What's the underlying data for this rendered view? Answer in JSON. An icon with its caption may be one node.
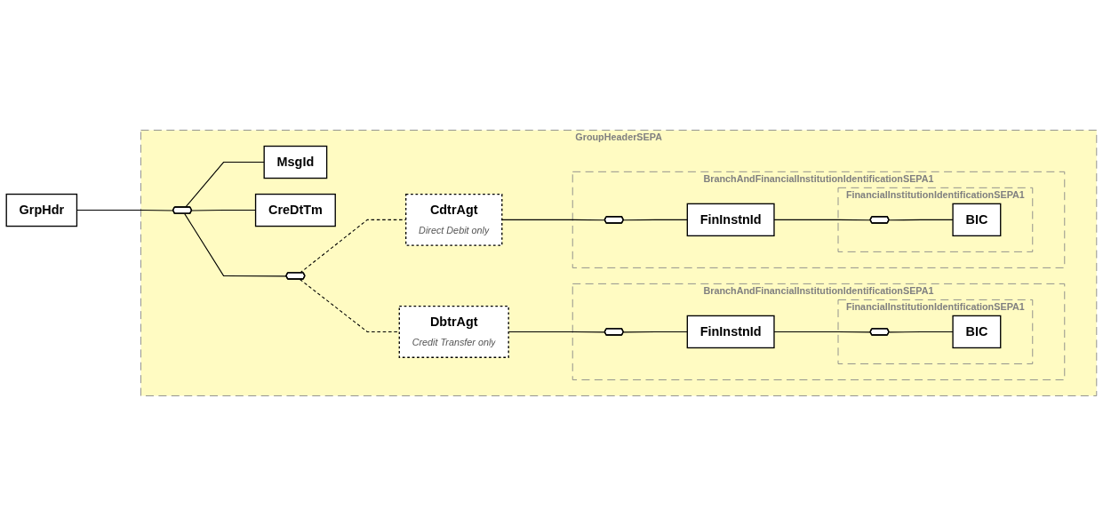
{
  "diagram": {
    "nodes": [
      {
        "text": [
          "GrpHdr"
        ]
      },
      {
        "text": [
          "GroupHeaderSEPA"
        ]
      },
      {
        "text": [],
        "shape": "octagon",
        "in": 1
      },
      {
        "text": [
          "MsgId"
        ],
        "in": 1
      },
      {
        "text": [
          "CreDtTm"
        ],
        "in": 1
      },
      {
        "text": [],
        "shape": "octagon",
        "in": 1
      },
      {
        "text": [
          "DbtrAgt",
          "Credit Transfer only"
        ],
        "in": 1
      },
      {
        "text": [
          "BranchAndFinancialInstitutionIdentificationSEPA1"
        ],
        "in": 1
      },
      {
        "text": [],
        "shape": "octagon",
        "in": 7
      },
      {
        "text": [
          "FinInstnId"
        ],
        "in": 7
      },
      {
        "text": [
          "FinancialInstitutionIdentificationSEPA1"
        ],
        "in": 7
      },
      {
        "text": [],
        "shape": "octagon",
        "in": 10
      },
      {
        "text": [
          "BIC"
        ],
        "in": 10
      },
      {
        "text": [
          "CdtrAgt",
          "Direct Debit only"
        ],
        "in": 1
      },
      {
        "text": [
          "BranchAndFinancialInstitutionIdentificationSEPA1"
        ],
        "in": 1
      },
      {
        "text": [],
        "shape": "octagon",
        "in": 14
      },
      {
        "text": [
          "FinInstnId"
        ],
        "in": 14
      },
      {
        "text": [
          "FinancialInstitutionIdentificationSEPA1"
        ],
        "in": 14
      },
      {
        "text": [],
        "shape": "octagon",
        "in": 17
      },
      {
        "text": [
          "BIC"
        ],
        "in": 17
      }
    ],
    "edges": [
      {
        "from": 0,
        "to": 2,
        "arrow": "none"
      },
      {
        "from": 2,
        "to": 3,
        "arrow": "none"
      },
      {
        "from": 2,
        "to": 4,
        "arrow": "none"
      },
      {
        "from": 2,
        "to": 5,
        "arrow": "none"
      },
      {
        "from": 5,
        "to": 6,
        "arrow": "none",
        "style": "dashed"
      },
      {
        "from": 5,
        "to": 13,
        "arrow": "none",
        "style": "dashed"
      },
      {
        "from": 6,
        "to": 8,
        "arrow": "none"
      },
      {
        "from": 8,
        "to": 9,
        "arrow": "none"
      },
      {
        "from": 9,
        "to": 11,
        "arrow": "none"
      },
      {
        "from": 11,
        "to": 12,
        "arrow": "none"
      },
      {
        "from": 13,
        "to": 15,
        "arrow": "none"
      },
      {
        "from": 15,
        "to": 16,
        "arrow": "none"
      },
      {
        "from": 16,
        "to": 18,
        "arrow": "none"
      },
      {
        "from": 18,
        "to": 19,
        "arrow": "none"
      }
    ]
  }
}
